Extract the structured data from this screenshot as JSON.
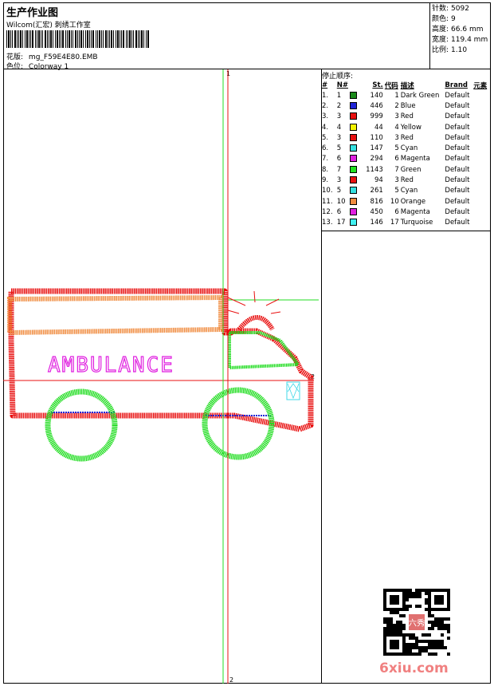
{
  "header": {
    "title": "生产作业图",
    "subtitle": "Wilcom(汇宏) 刺绣工作室",
    "design_label": "花版:",
    "design_value": "mg_F59E4E80.EMB",
    "colorway_label": "色位:",
    "colorway_value": "Colorway 1"
  },
  "stats": [
    {
      "label": "针数:",
      "value": "5092"
    },
    {
      "label": "颜色:",
      "value": "9"
    },
    {
      "label": "高度:",
      "value": "66.6 mm"
    },
    {
      "label": "宽度:",
      "value": "119.4 mm"
    },
    {
      "label": "比例:",
      "value": "1.10"
    }
  ],
  "stop_table": {
    "heading": "停止顺序:",
    "columns": [
      "#",
      "N#",
      "St.",
      "代码",
      "描述",
      "Brand",
      "元素"
    ],
    "rows": [
      {
        "idx": "1.",
        "n": "1",
        "color": "#1a8a1a",
        "st": "140",
        "code": "1",
        "desc": "Dark Green",
        "brand": "Default"
      },
      {
        "idx": "2.",
        "n": "2",
        "color": "#1f24d6",
        "st": "446",
        "code": "2",
        "desc": "Blue",
        "brand": "Default"
      },
      {
        "idx": "3.",
        "n": "3",
        "color": "#e81010",
        "st": "999",
        "code": "3",
        "desc": "Red",
        "brand": "Default"
      },
      {
        "idx": "4.",
        "n": "4",
        "color": "#f2f200",
        "st": "44",
        "code": "4",
        "desc": "Yellow",
        "brand": "Default"
      },
      {
        "idx": "5.",
        "n": "3",
        "color": "#e81010",
        "st": "110",
        "code": "3",
        "desc": "Red",
        "brand": "Default"
      },
      {
        "idx": "6.",
        "n": "5",
        "color": "#35e0e0",
        "st": "147",
        "code": "5",
        "desc": "Cyan",
        "brand": "Default"
      },
      {
        "idx": "7.",
        "n": "6",
        "color": "#e020e0",
        "st": "294",
        "code": "6",
        "desc": "Magenta",
        "brand": "Default"
      },
      {
        "idx": "8.",
        "n": "7",
        "color": "#22e022",
        "st": "1143",
        "code": "7",
        "desc": "Green",
        "brand": "Default"
      },
      {
        "idx": "9.",
        "n": "3",
        "color": "#e81010",
        "st": "94",
        "code": "3",
        "desc": "Red",
        "brand": "Default"
      },
      {
        "idx": "10.",
        "n": "5",
        "color": "#35e0e0",
        "st": "261",
        "code": "5",
        "desc": "Cyan",
        "brand": "Default"
      },
      {
        "idx": "11.",
        "n": "10",
        "color": "#f08c40",
        "st": "816",
        "code": "10",
        "desc": "Orange",
        "brand": "Default"
      },
      {
        "idx": "12.",
        "n": "6",
        "color": "#e020e0",
        "st": "450",
        "code": "6",
        "desc": "Magenta",
        "brand": "Default"
      },
      {
        "idx": "13.",
        "n": "17",
        "color": "#40f0f0",
        "st": "146",
        "code": "17",
        "desc": "Turquoise",
        "brand": "Default"
      }
    ]
  },
  "design": {
    "text": "AMBULANCE",
    "axis_top_label": "1",
    "axis_bottom_label": "2",
    "axis_right_label": "2"
  },
  "watermark": "6xiu.com",
  "qr_seal_text": "六秀"
}
